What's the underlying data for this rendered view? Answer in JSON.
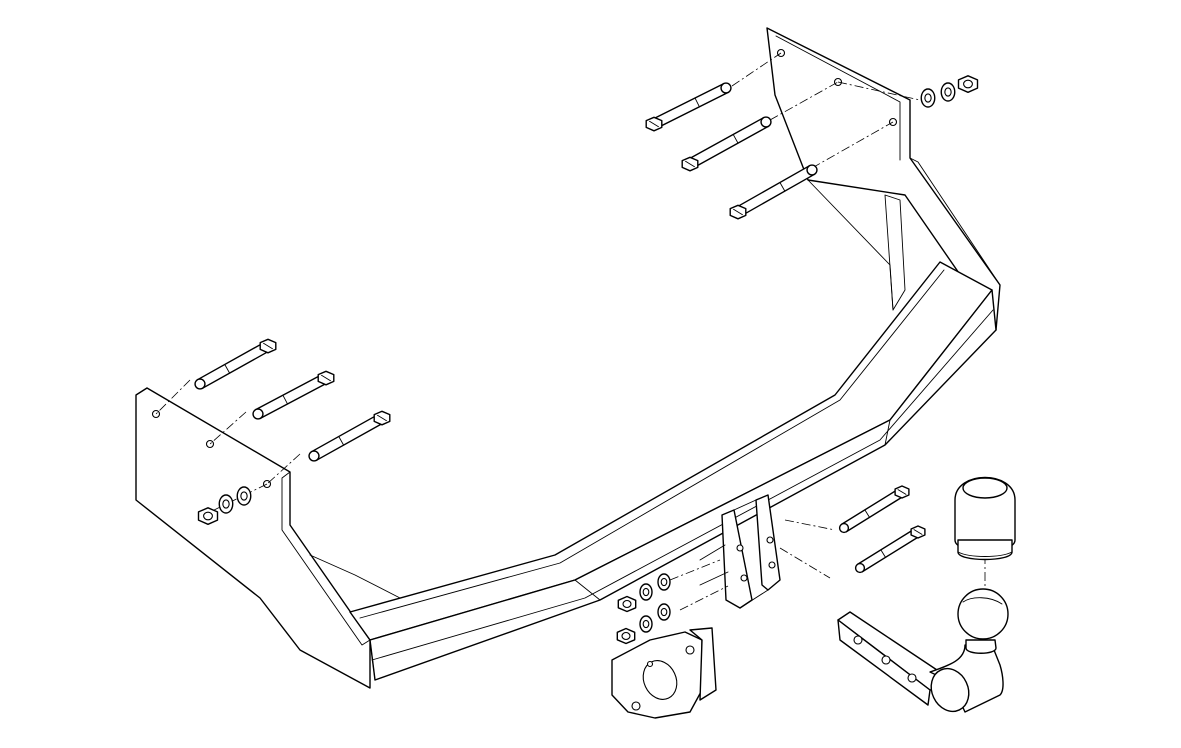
{
  "diagram": {
    "background_color": "#ffffff",
    "line_color": "#000000",
    "parts": [
      "tow-bar-crossbeam",
      "left-mounting-bracket",
      "right-mounting-bracket",
      "center-hitch-bracket",
      "socket-plate",
      "detachable-ball-arm",
      "ball-cover-cap",
      "bolt",
      "washer",
      "nut"
    ]
  }
}
